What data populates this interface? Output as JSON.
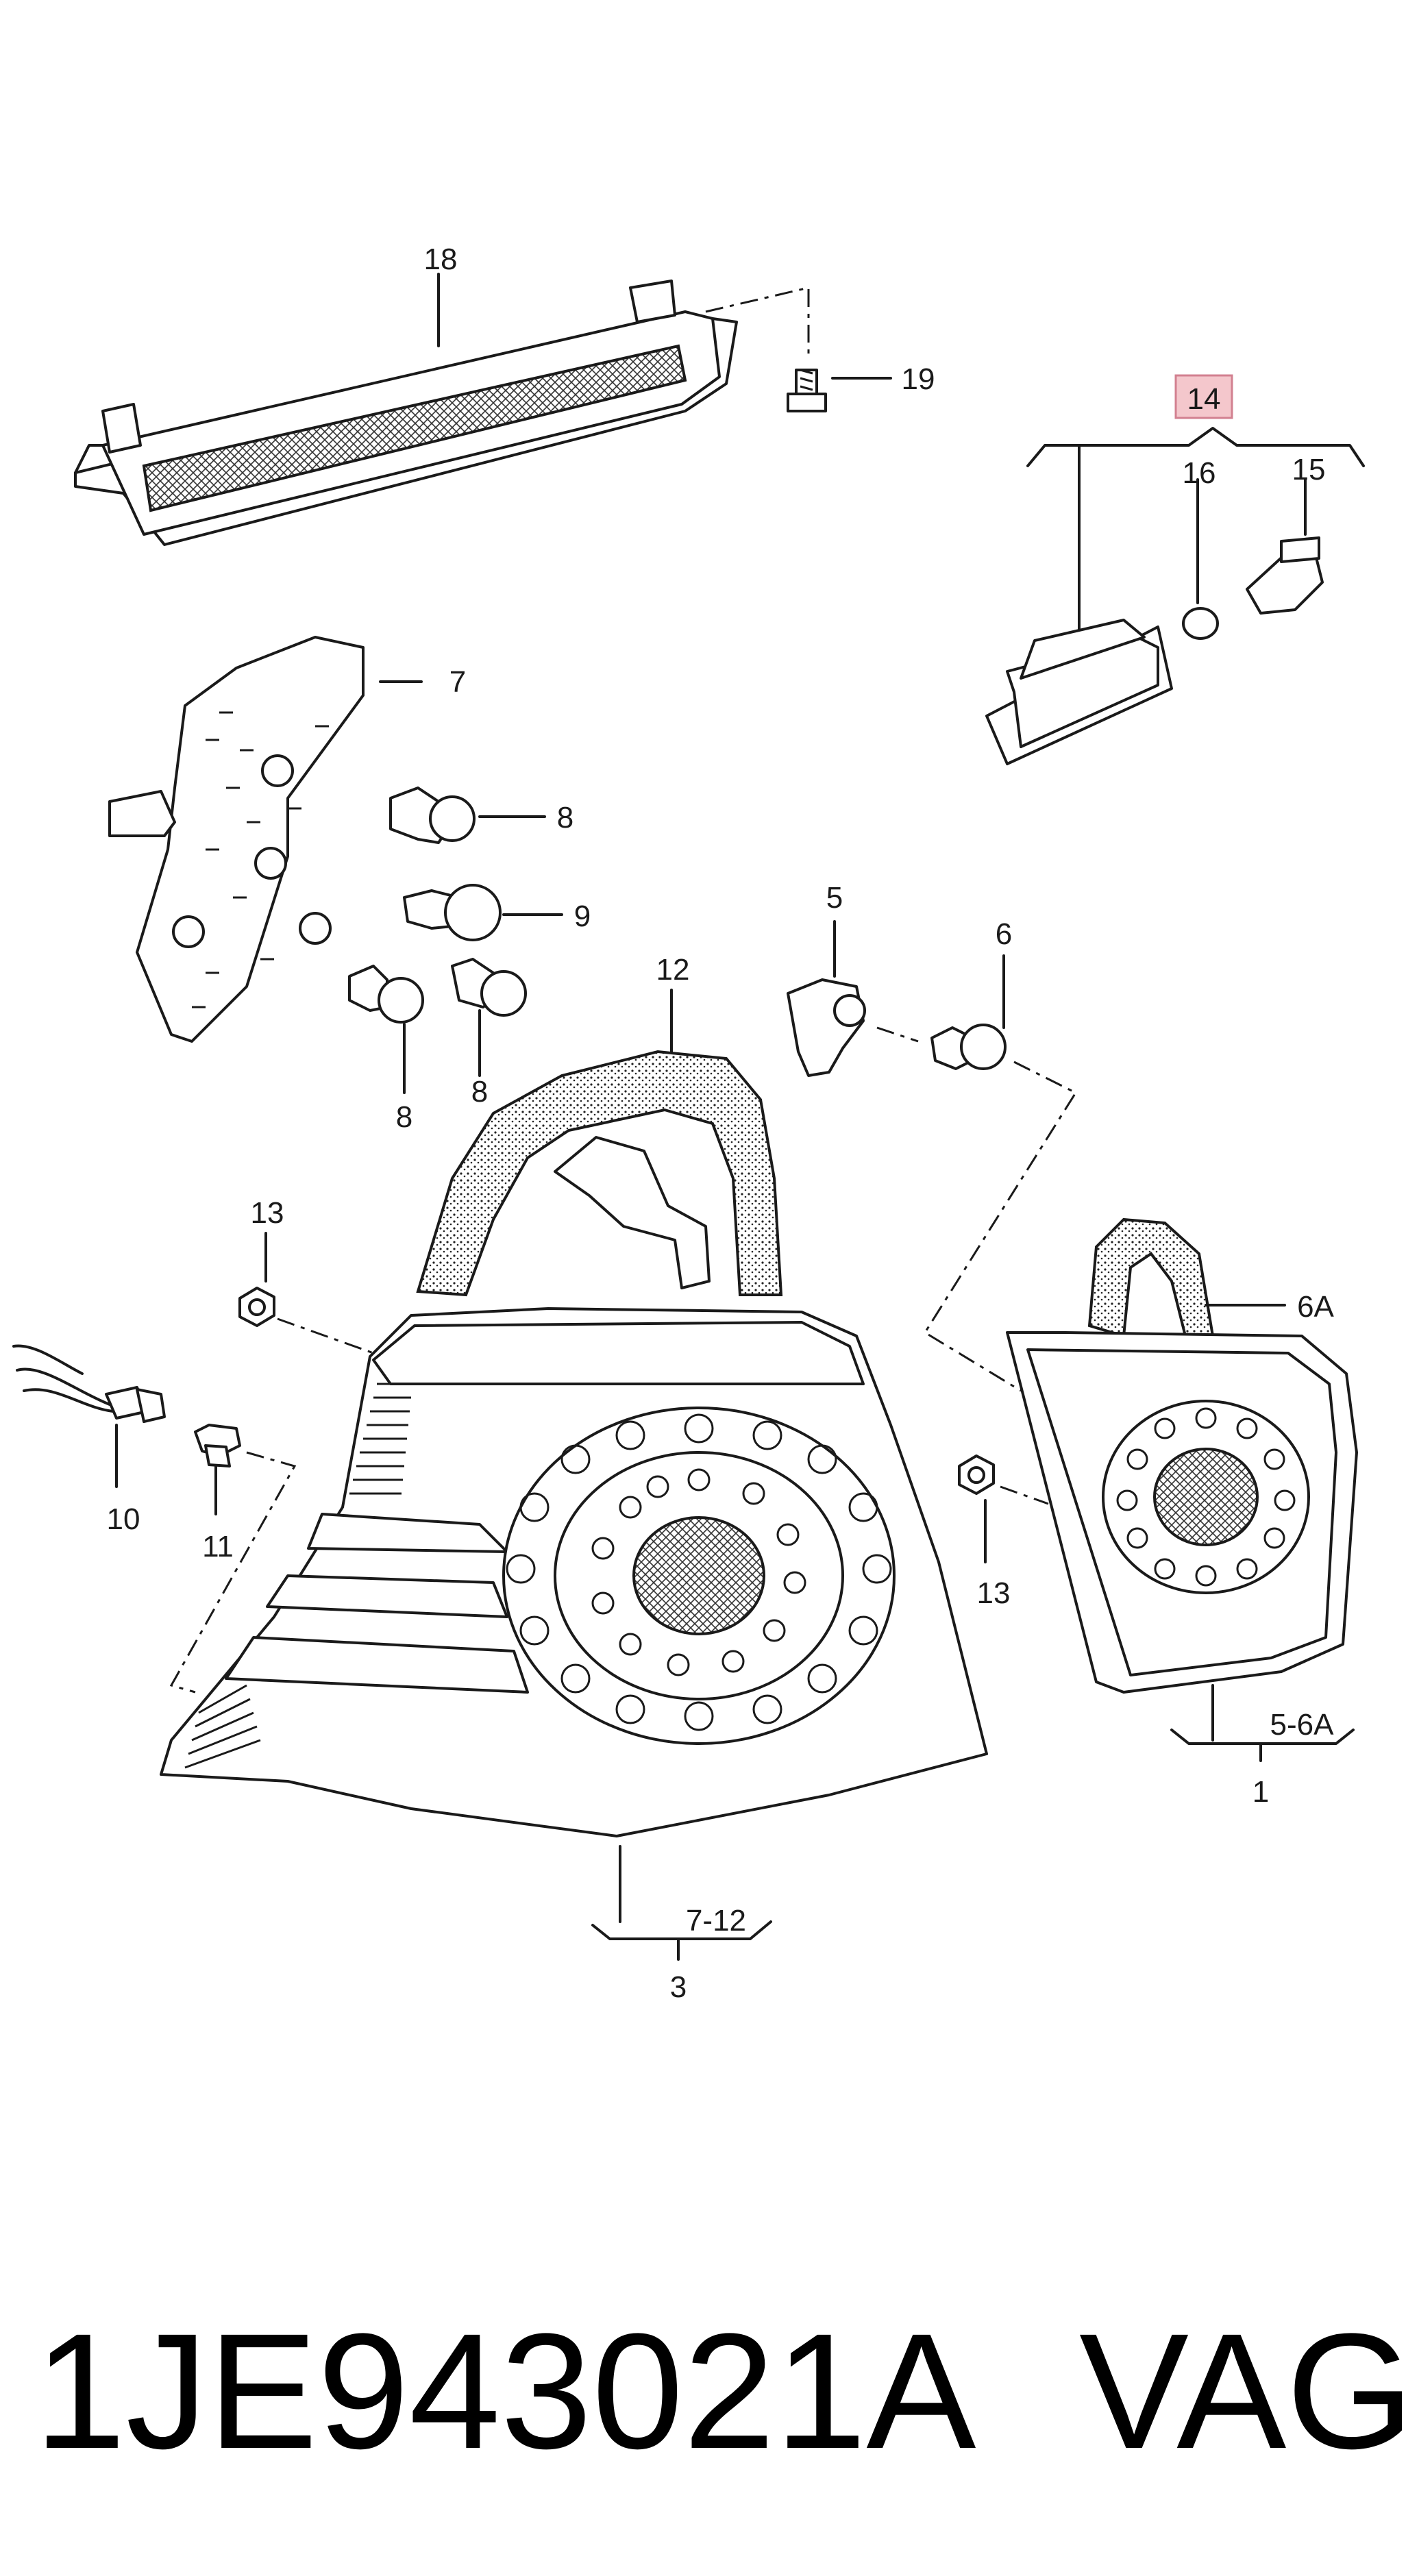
{
  "callouts": {
    "c1": "1",
    "c3": "3",
    "c5": "5",
    "c5_6A": "5-6A",
    "c6": "6",
    "c6A": "6A",
    "c7": "7",
    "c7_12": "7-12",
    "c8a": "8",
    "c8b": "8",
    "c8c": "8",
    "c9": "9",
    "c10": "10",
    "c11": "11",
    "c12": "12",
    "c13a": "13",
    "c13b": "13",
    "c14": "14",
    "c15": "15",
    "c16": "16",
    "c18": "18",
    "c19": "19"
  },
  "highlight_color": "#f4c7cc",
  "footer": {
    "part_number": "1JE943021A",
    "brand": "VAG"
  }
}
